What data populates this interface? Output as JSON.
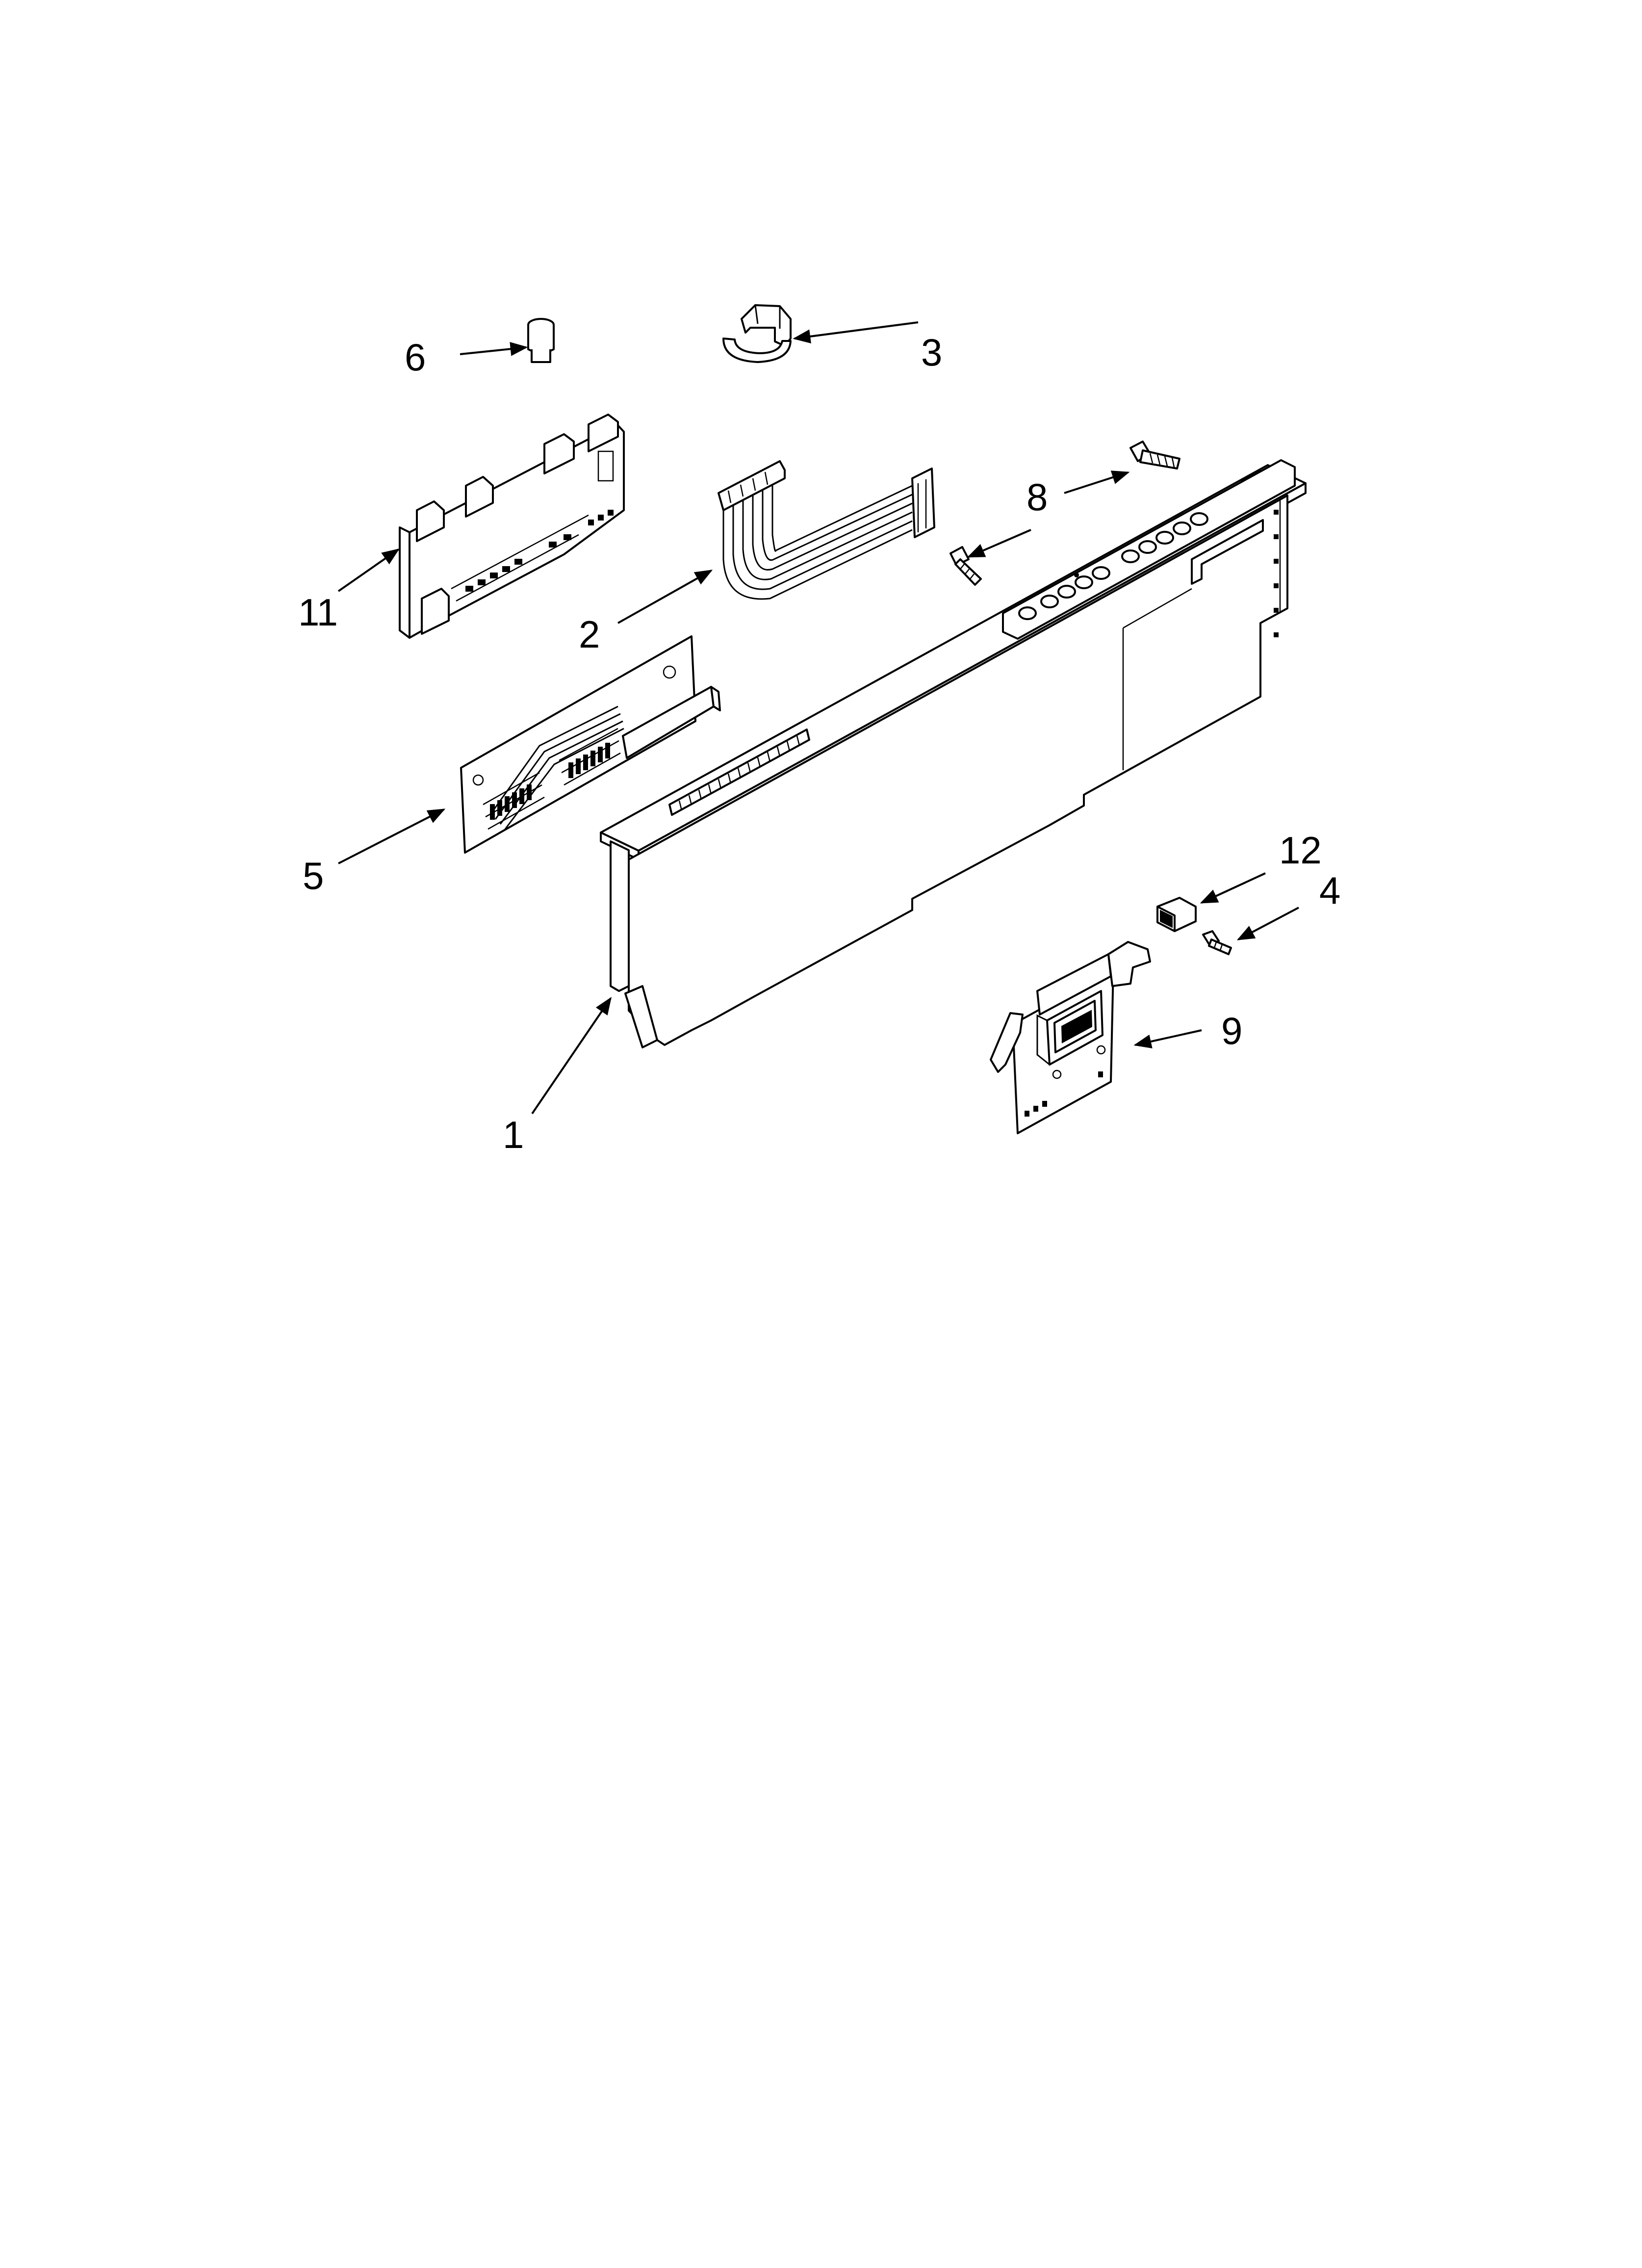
{
  "diagram": {
    "callouts": {
      "c1": "1",
      "c2": "2",
      "c3": "3",
      "c4": "4",
      "c5": "5",
      "c6": "6",
      "c8": "8",
      "c9": "9",
      "c11": "11",
      "c12": "12"
    },
    "colors": {
      "line": "#000000",
      "background": "#ffffff"
    }
  }
}
